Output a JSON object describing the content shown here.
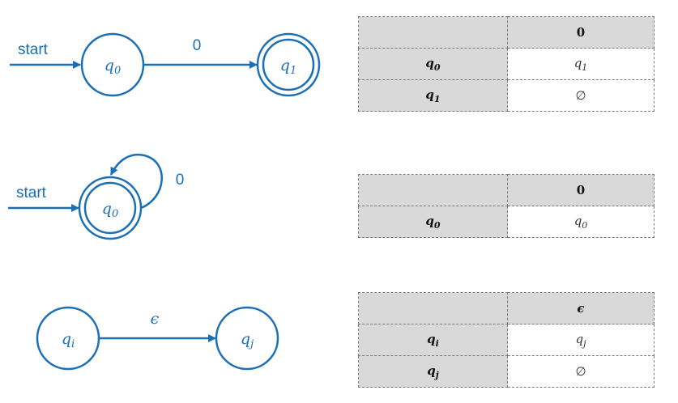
{
  "diagrams": [
    {
      "start_label": "start",
      "states": [
        {
          "base": "q",
          "sub": "0"
        },
        {
          "base": "q",
          "sub": "1"
        }
      ],
      "transition_label": "0"
    },
    {
      "start_label": "start",
      "states": [
        {
          "base": "q",
          "sub": "0"
        }
      ],
      "loop_label": "0"
    },
    {
      "states": [
        {
          "base": "q",
          "sub": "i"
        },
        {
          "base": "q",
          "sub": "j"
        }
      ],
      "transition_label": "ϵ"
    }
  ],
  "tables": [
    {
      "header": "0",
      "rows": [
        {
          "state": {
            "base": "q",
            "sub": "0"
          },
          "next": {
            "base": "q",
            "sub": "1"
          }
        },
        {
          "state": {
            "base": "q",
            "sub": "1"
          },
          "next_empty": "∅"
        }
      ]
    },
    {
      "header": "0",
      "rows": [
        {
          "state": {
            "base": "q",
            "sub": "0"
          },
          "next": {
            "base": "q",
            "sub": "0"
          }
        }
      ]
    },
    {
      "header": "ϵ",
      "rows": [
        {
          "state": {
            "base": "q",
            "sub": "i"
          },
          "next": {
            "base": "q",
            "sub": "j"
          }
        },
        {
          "state": {
            "base": "q",
            "sub": "j"
          },
          "next_empty": "∅"
        }
      ]
    }
  ],
  "colors": {
    "stroke": "#1a6fb5",
    "header_fill": "#d9d9d9",
    "border": "#7a7a7a"
  }
}
